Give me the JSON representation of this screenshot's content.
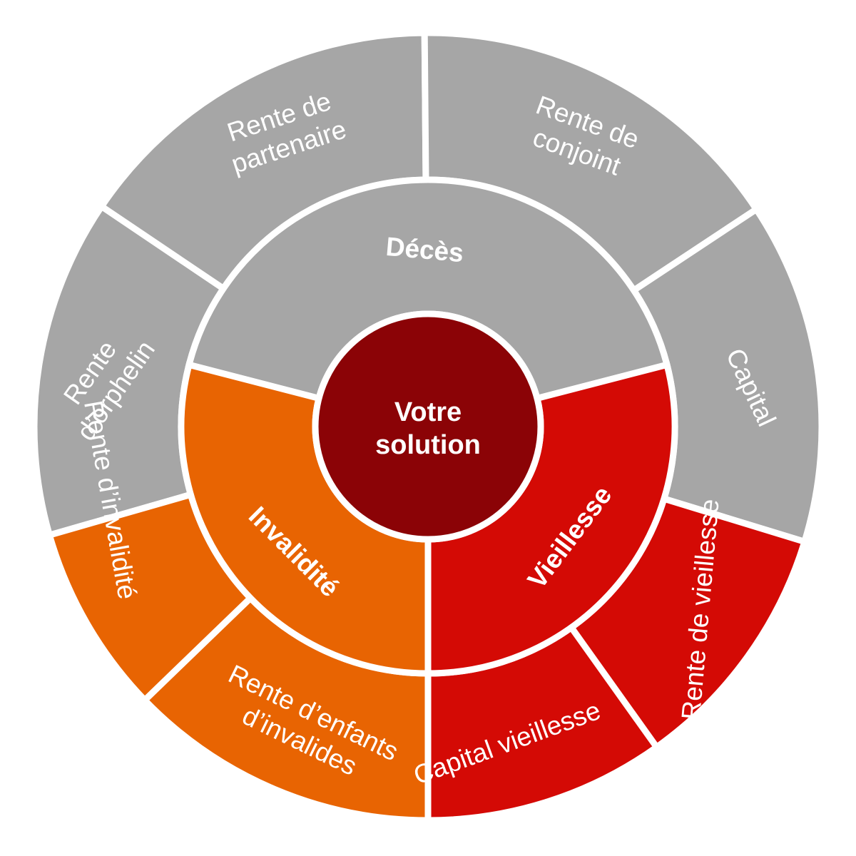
{
  "center": {
    "label": [
      "Votre",
      "solution"
    ],
    "color": "#8B0306"
  },
  "categories": [
    {
      "id": "deces",
      "label": "Décès",
      "color": "#A6A6A6",
      "items": [
        {
          "id": "rente-orphelin",
          "label": [
            "Rente",
            "d’orphelin"
          ]
        },
        {
          "id": "rente-partenaire",
          "label": [
            "Rente de",
            "partenaire"
          ]
        },
        {
          "id": "rente-conjoint",
          "label": [
            "Rente de",
            "conjoint"
          ]
        },
        {
          "id": "capital",
          "label": [
            "Capital"
          ]
        }
      ]
    },
    {
      "id": "vieillesse",
      "label": "Vieillesse",
      "color": "#D40A05",
      "items": [
        {
          "id": "rente-vieillesse",
          "label": [
            "Rente de vieillesse"
          ]
        },
        {
          "id": "capital-vieillesse",
          "label": [
            "Capital vieillesse"
          ]
        }
      ]
    },
    {
      "id": "invalidite",
      "label": "Invalidité",
      "color": "#E86402",
      "items": [
        {
          "id": "rente-enfants-invalides",
          "label": [
            "Rente d’enfants",
            "d’invalides"
          ]
        },
        {
          "id": "rente-invalidite",
          "label": [
            "Rente d’invalidité"
          ]
        }
      ]
    }
  ]
}
